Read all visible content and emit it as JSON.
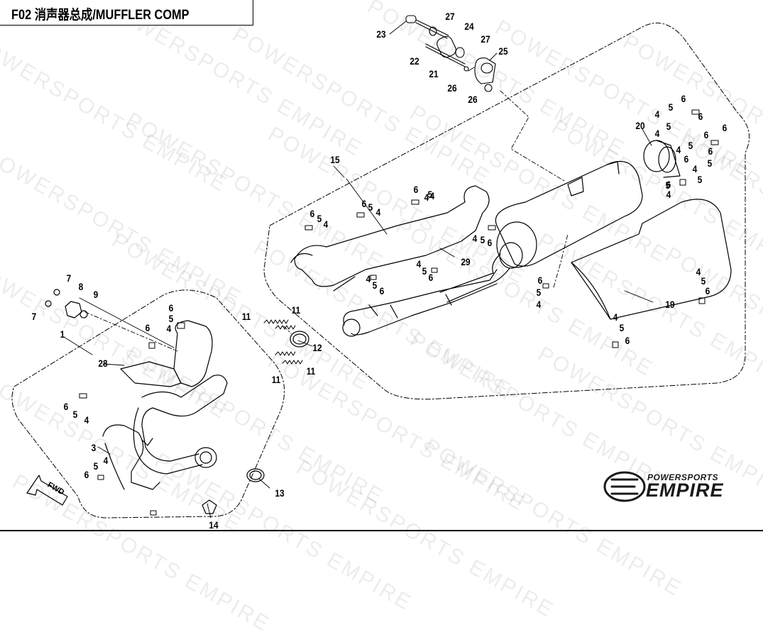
{
  "title": "F02 消声器总成/MUFFLER COMP",
  "watermark_text": "POWERSPORTS EMPIRE",
  "fwd_label": "FWD",
  "logo": {
    "top": "POWERSPORTS",
    "main": "EMPIRE"
  },
  "callouts": [
    {
      "id": "c-23",
      "label": "23"
    },
    {
      "id": "c-27a",
      "label": "27"
    },
    {
      "id": "c-24",
      "label": "24"
    },
    {
      "id": "c-27b",
      "label": "27"
    },
    {
      "id": "c-25",
      "label": "25"
    },
    {
      "id": "c-22",
      "label": "22"
    },
    {
      "id": "c-21",
      "label": "21"
    },
    {
      "id": "c-26a",
      "label": "26"
    },
    {
      "id": "c-26b",
      "label": "26"
    },
    {
      "id": "c-15",
      "label": "15"
    },
    {
      "id": "c-20",
      "label": "20"
    },
    {
      "id": "c-29",
      "label": "29"
    },
    {
      "id": "c-19",
      "label": "19"
    },
    {
      "id": "c-1",
      "label": "1"
    },
    {
      "id": "c-28",
      "label": "28"
    },
    {
      "id": "c-3",
      "label": "3"
    },
    {
      "id": "c-7a",
      "label": "7"
    },
    {
      "id": "c-7b",
      "label": "7"
    },
    {
      "id": "c-8",
      "label": "8"
    },
    {
      "id": "c-9",
      "label": "9"
    },
    {
      "id": "c-11a",
      "label": "11"
    },
    {
      "id": "c-11b",
      "label": "11"
    },
    {
      "id": "c-11c",
      "label": "11"
    },
    {
      "id": "c-11d",
      "label": "11"
    },
    {
      "id": "c-12",
      "label": "12"
    },
    {
      "id": "c-13",
      "label": "13"
    },
    {
      "id": "c-14",
      "label": "14"
    },
    {
      "id": "c-4a",
      "label": "4"
    },
    {
      "id": "c-5a",
      "label": "5"
    },
    {
      "id": "c-6a",
      "label": "6"
    },
    {
      "id": "c-6b",
      "label": "6"
    },
    {
      "id": "c-6c",
      "label": "6"
    },
    {
      "id": "c-4b",
      "label": "4"
    },
    {
      "id": "c-5b",
      "label": "5"
    },
    {
      "id": "c-6d",
      "label": "6"
    },
    {
      "id": "c-5c",
      "label": "5"
    },
    {
      "id": "c-6e",
      "label": "6"
    },
    {
      "id": "c-4c",
      "label": "4"
    },
    {
      "id": "c-5d",
      "label": "5"
    },
    {
      "id": "c-4d",
      "label": "4"
    },
    {
      "id": "c-6f",
      "label": "6"
    },
    {
      "id": "c-6g",
      "label": "6"
    },
    {
      "id": "c-5e",
      "label": "5"
    },
    {
      "id": "c-4e",
      "label": "4"
    },
    {
      "id": "c-5f",
      "label": "5"
    },
    {
      "id": "c-6h",
      "label": "6"
    },
    {
      "id": "c-4f",
      "label": "4"
    },
    {
      "id": "c-6i",
      "label": "6"
    },
    {
      "id": "c-5g",
      "label": "5"
    },
    {
      "id": "c-4g",
      "label": "4"
    },
    {
      "id": "c-6j",
      "label": "6"
    },
    {
      "id": "c-5h",
      "label": "5"
    },
    {
      "id": "c-4h",
      "label": "4"
    },
    {
      "id": "c-4i",
      "label": "4"
    },
    {
      "id": "c-5i",
      "label": "5"
    },
    {
      "id": "c-6k",
      "label": "6"
    },
    {
      "id": "c-4j",
      "label": "4"
    },
    {
      "id": "c-5j",
      "label": "5"
    },
    {
      "id": "c-6l",
      "label": "6"
    },
    {
      "id": "c-4k",
      "label": "4"
    },
    {
      "id": "c-5k",
      "label": "5"
    },
    {
      "id": "c-6m",
      "label": "6"
    },
    {
      "id": "c-6n",
      "label": "6"
    },
    {
      "id": "c-5l",
      "label": "5"
    },
    {
      "id": "c-4l",
      "label": "4"
    },
    {
      "id": "c-4m",
      "label": "4"
    },
    {
      "id": "c-5m",
      "label": "5"
    },
    {
      "id": "c-6o",
      "label": "6"
    },
    {
      "id": "c-4n",
      "label": "4"
    },
    {
      "id": "c-5n",
      "label": "5"
    },
    {
      "id": "c-6p",
      "label": "6"
    },
    {
      "id": "c-4o",
      "label": "4"
    },
    {
      "id": "c-5o",
      "label": "5"
    },
    {
      "id": "c-6q",
      "label": "6"
    },
    {
      "id": "c-6r",
      "label": "6"
    },
    {
      "id": "c-5p",
      "label": "5"
    },
    {
      "id": "c-4p",
      "label": "4"
    },
    {
      "id": "c-6s",
      "label": "6"
    },
    {
      "id": "c-5q",
      "label": "5"
    },
    {
      "id": "c-4q",
      "label": "4"
    },
    {
      "id": "c-4r",
      "label": "4"
    },
    {
      "id": "c-5r",
      "label": "5"
    },
    {
      "id": "c-6t",
      "label": "6"
    }
  ]
}
